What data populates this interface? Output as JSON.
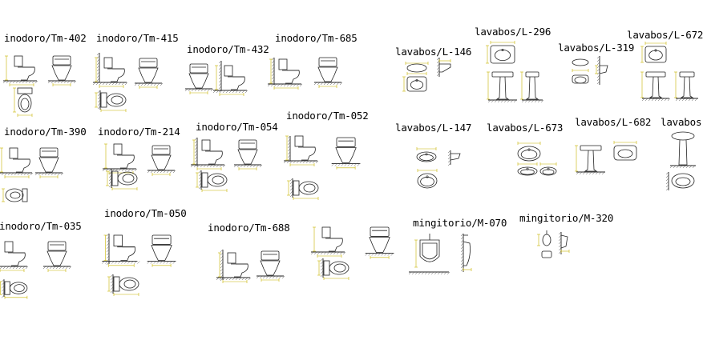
{
  "blocks": [
    {
      "id": "tm402",
      "label": "inodoro/Tm-402",
      "kind": "toilet"
    },
    {
      "id": "tm415",
      "label": "inodoro/Tm-415",
      "kind": "toilet"
    },
    {
      "id": "tm432",
      "label": "inodoro/Tm-432",
      "kind": "toilet"
    },
    {
      "id": "tm685",
      "label": "inodoro/Tm-685",
      "kind": "toilet"
    },
    {
      "id": "l146",
      "label": "lavabos/L-146",
      "kind": "sink"
    },
    {
      "id": "l296",
      "label": "lavabos/L-296",
      "kind": "sink"
    },
    {
      "id": "l319",
      "label": "lavabos/L-319",
      "kind": "sink"
    },
    {
      "id": "l672",
      "label": "lavabos/L-672",
      "kind": "sink"
    },
    {
      "id": "tm390",
      "label": "inodoro/Tm-390",
      "kind": "toilet"
    },
    {
      "id": "tm214",
      "label": "inodoro/Tm-214",
      "kind": "toilet"
    },
    {
      "id": "tm054",
      "label": "inodoro/Tm-054",
      "kind": "toilet"
    },
    {
      "id": "tm052",
      "label": "inodoro/Tm-052",
      "kind": "toilet"
    },
    {
      "id": "l147",
      "label": "lavabos/L-147",
      "kind": "sink"
    },
    {
      "id": "l673",
      "label": "lavabos/L-673",
      "kind": "sink"
    },
    {
      "id": "l682",
      "label": "lavabos/L-682",
      "kind": "sink"
    },
    {
      "id": "lavabos-edge",
      "label": "lavabos",
      "kind": "sink"
    },
    {
      "id": "tm035",
      "label": "inodoro/Tm-035",
      "kind": "toilet"
    },
    {
      "id": "tm050",
      "label": "inodoro/Tm-050",
      "kind": "toilet"
    },
    {
      "id": "tm688",
      "label": "inodoro/Tm-688",
      "kind": "toilet"
    },
    {
      "id": "tm-unlabeled",
      "label": "",
      "kind": "toilet"
    },
    {
      "id": "m070",
      "label": "mingitorio/M-070",
      "kind": "urinal"
    },
    {
      "id": "m320",
      "label": "mingitorio/M-320",
      "kind": "urinal"
    }
  ],
  "colors": {
    "linework": "#222222",
    "dimension": "#c8b400",
    "hatch": "#555555",
    "label": "#000000",
    "background": "#ffffff"
  }
}
